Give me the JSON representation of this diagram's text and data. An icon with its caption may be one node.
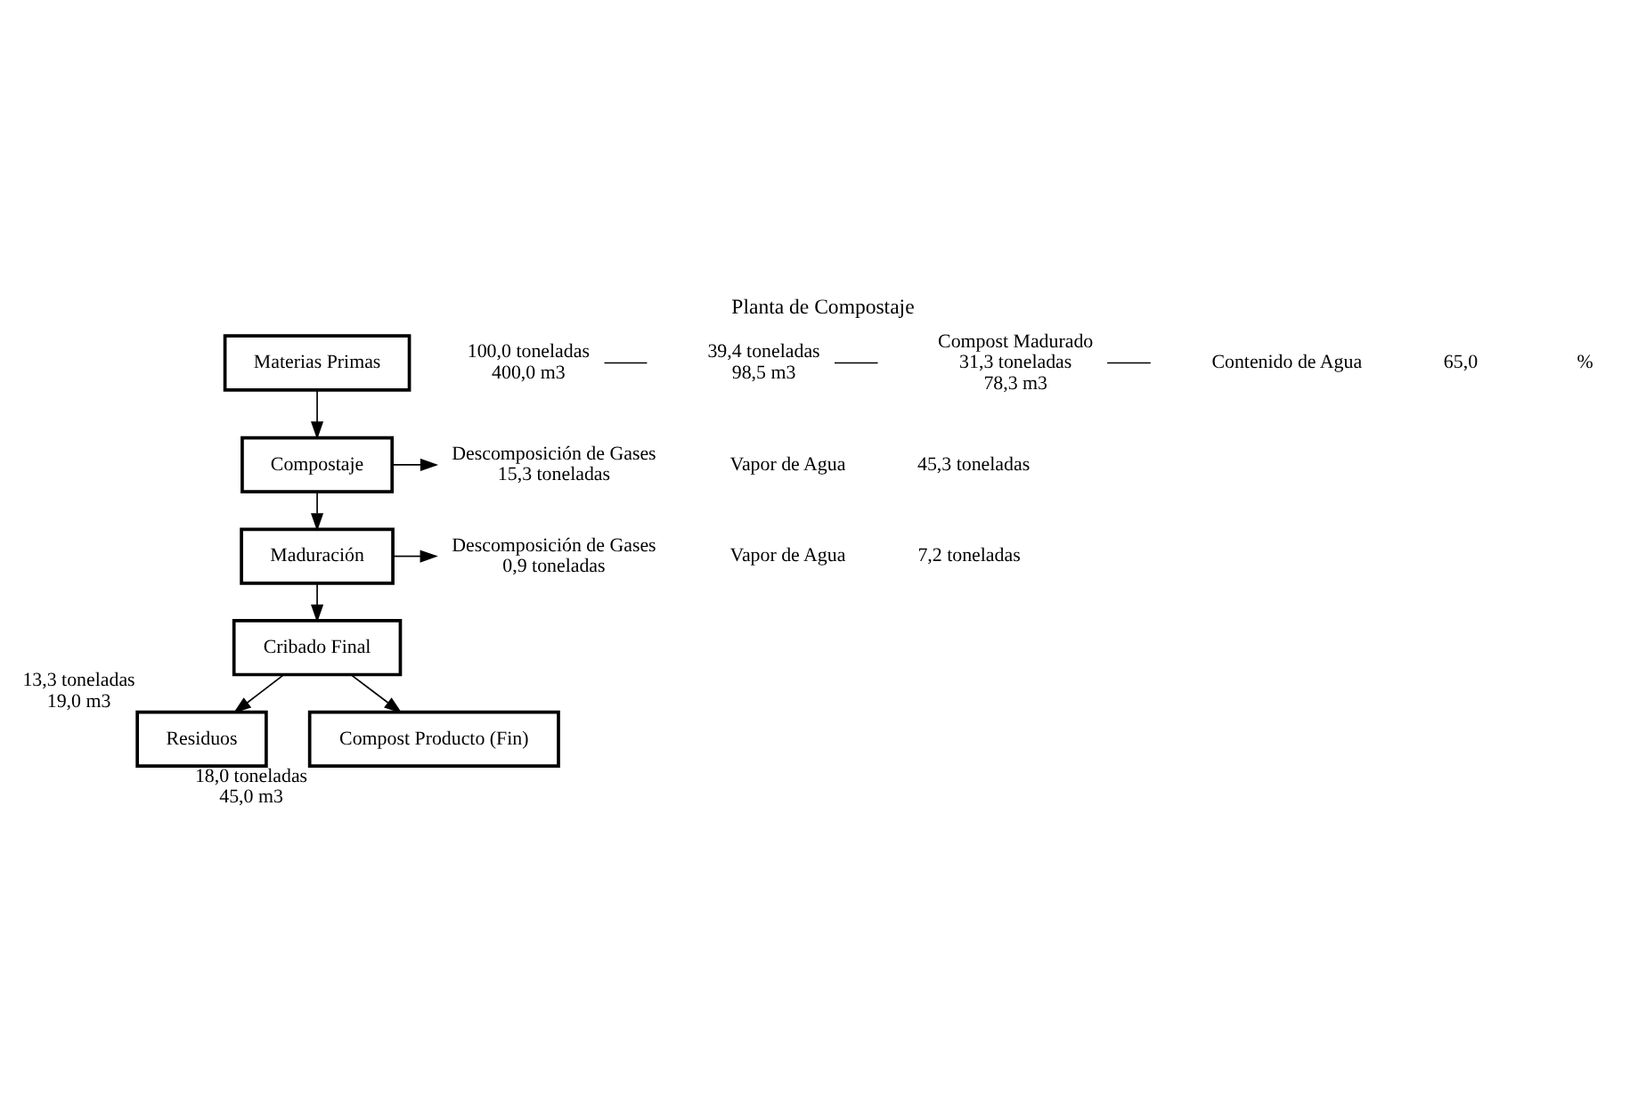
{
  "diagram": {
    "title": "Planta de Compostaje",
    "nodes": [
      {
        "text": [
          "Materias Primas"
        ]
      },
      {
        "text": [
          "Compostaje"
        ]
      },
      {
        "text": [
          "Maduración"
        ]
      },
      {
        "text": [
          "Cribado Final"
        ]
      },
      {
        "text": [
          "Residuos"
        ],
        "beside": [
          "13,3 toneladas",
          "19,0 m3"
        ]
      },
      {
        "text": [
          "Compost Producto (Fin)"
        ],
        "beside": [
          "18,0 toneladas",
          "45,0 m3"
        ]
      },
      {
        "text": [
          "Descomposición de Gases",
          "15,3 toneladas"
        ]
      },
      {
        "text": [
          "Descomposición de Gases",
          "0,9 toneladas"
        ]
      },
      {
        "text": [
          "100,0 toneladas",
          "400,0 m3"
        ]
      },
      {
        "text": [
          "39,4 toneladas",
          "98,5 m3"
        ]
      },
      {
        "text": [
          "Compost Madurado",
          "31,3 toneladas",
          "78,3 m3"
        ]
      }
    ],
    "edges": [
      {
        "from": 0,
        "to": 1,
        "arrow": "to"
      },
      {
        "from": 1,
        "to": 2,
        "arrow": "to"
      },
      {
        "from": 2,
        "to": 3,
        "arrow": "to"
      },
      {
        "from": 3,
        "to": 4,
        "arrow": "to"
      },
      {
        "from": 3,
        "to": 5,
        "arrow": "to"
      },
      {
        "from": 1,
        "to": 6,
        "arrow": "to"
      },
      {
        "from": 2,
        "to": 7,
        "arrow": "to"
      },
      {
        "from": 8,
        "to": null,
        "arrow": "none"
      },
      {
        "from": 9,
        "to": null,
        "arrow": "none"
      },
      {
        "from": 10,
        "to": null,
        "arrow": "none"
      }
    ],
    "labels": [
      "Contenido de Agua",
      "65,0",
      "%",
      "Vapor de Agua",
      "45,3 toneladas",
      "Vapor de Agua",
      "7,2 toneladas"
    ]
  }
}
